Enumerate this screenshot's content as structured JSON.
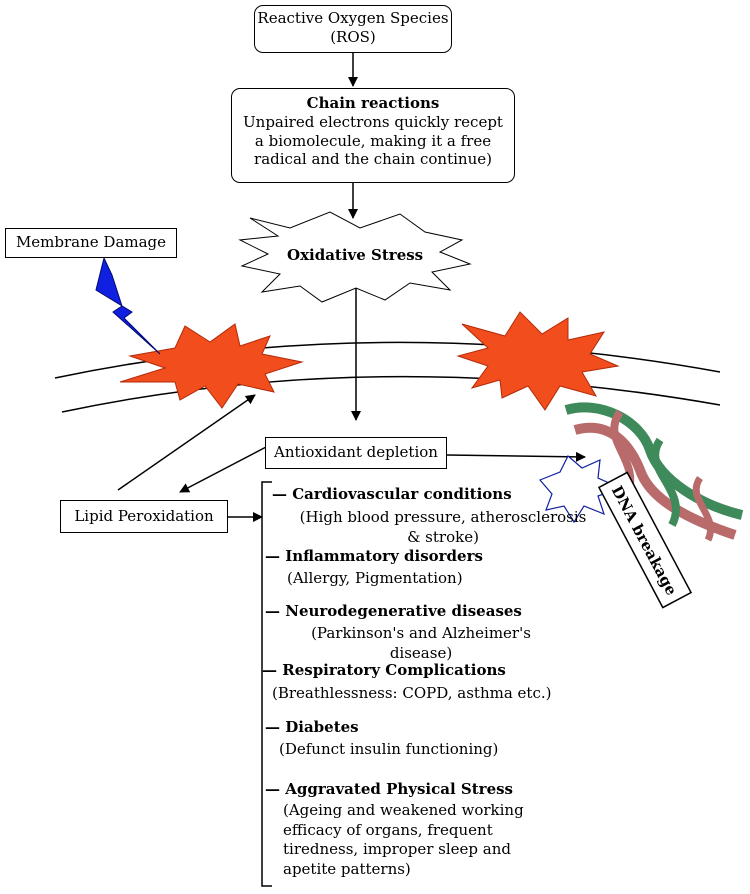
{
  "diagram": {
    "ros": {
      "line1": "Reactive Oxygen Species",
      "line2": "(ROS)"
    },
    "chain": {
      "title": "Chain reactions",
      "lines": [
        "Unpaired electrons quickly recept",
        "a biomolecule, making it a free",
        "radical and the chain continue)"
      ]
    },
    "oxidative_stress": "Oxidative Stress",
    "membrane_damage": "Membrane Damage",
    "antioxidant_depletion": "Antioxidant depletion",
    "lipid_peroxidation": "Lipid Peroxidation",
    "dna_breakage": "DNA breakage",
    "conditions": [
      {
        "title": "Cardiovascular conditions",
        "desc": [
          "(High blood pressure, atherosclerosis",
          "& stroke)"
        ]
      },
      {
        "title": "Inflammatory disorders",
        "desc": [
          "(Allergy, Pigmentation)"
        ]
      },
      {
        "title": "Neurodegenerative diseases",
        "desc": [
          "(Parkinson's and Alzheimer's",
          "disease)"
        ]
      },
      {
        "title": "Respiratory Complications",
        "desc": [
          "(Breathlessness: COPD, asthma etc.)"
        ]
      },
      {
        "title": "Diabetes",
        "desc": [
          "(Defunct insulin functioning)"
        ]
      },
      {
        "title": "Aggravated Physical Stress",
        "desc": [
          "(Ageing and weakened working",
          "efficacy of organs, frequent",
          "tiredness, improper sleep and",
          "apetite patterns)"
        ]
      }
    ],
    "colors": {
      "starburst": "#f24d1c",
      "lightning": "#1020e0",
      "dna_green": "#3f8a5a",
      "dna_red": "#b96b6b"
    }
  }
}
